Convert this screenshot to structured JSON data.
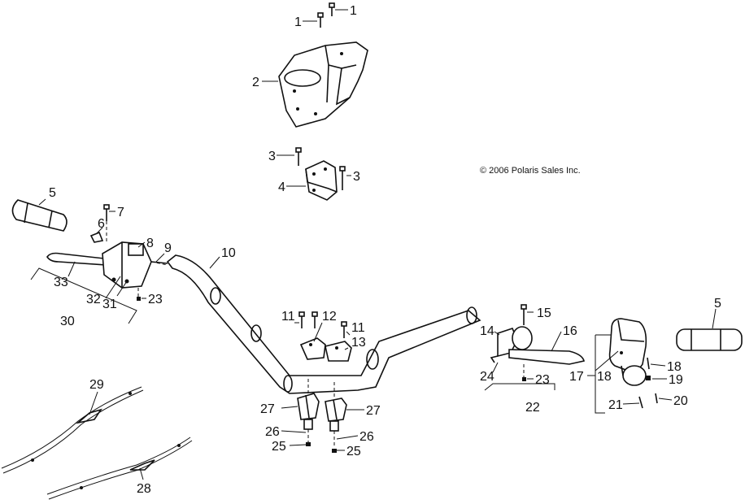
{
  "copyright": "© 2006 Polaris Sales Inc.",
  "callouts": {
    "c1a": "1",
    "c1b": "1",
    "c2": "2",
    "c3a": "3",
    "c3b": "3",
    "c4": "4",
    "c5a": "5",
    "c5b": "5",
    "c6": "6",
    "c7": "7",
    "c8": "8",
    "c9": "9",
    "c10": "10",
    "c11a": "11",
    "c11b": "11",
    "c12": "12",
    "c13": "13",
    "c14": "14",
    "c15": "15",
    "c16": "16",
    "c17": "17",
    "c18a": "18",
    "c18b": "18",
    "c19": "19",
    "c20": "20",
    "c21": "21",
    "c22": "22",
    "c23a": "23",
    "c23b": "23",
    "c24": "24",
    "c25a": "25",
    "c25b": "25",
    "c26a": "26",
    "c26b": "26",
    "c27a": "27",
    "c27b": "27",
    "c28": "28",
    "c29": "29",
    "c30": "30",
    "c31": "31",
    "c32": "32",
    "c33": "33"
  }
}
